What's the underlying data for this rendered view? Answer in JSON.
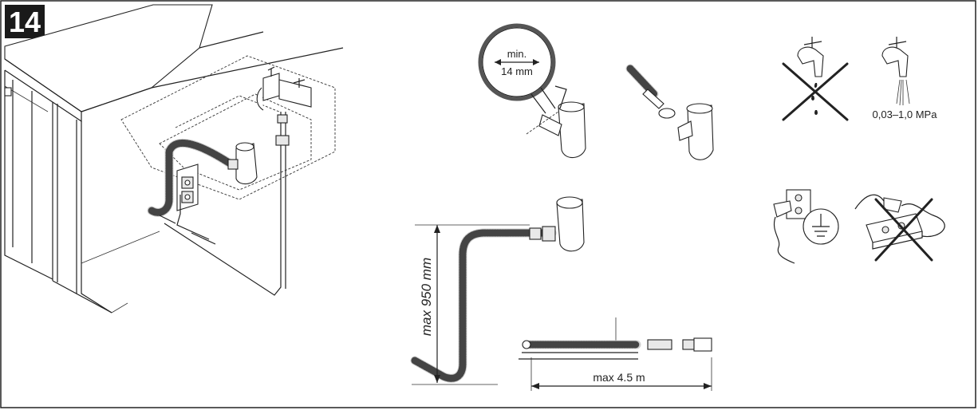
{
  "step_number": "14",
  "labels": {
    "hose_diameter_min": "min.",
    "hose_diameter_value": "14 mm",
    "water_pressure": "0,03–1,0 MPa",
    "max_height": "max 950 mm",
    "max_length": "max 4.5 m"
  },
  "icons": {
    "no_hot_water": "crossed-out-dripping-tap-icon",
    "water_pressure": "running-tap-icon",
    "earthed_socket": "earthed-socket-icon",
    "no_extension": "crossed-out-extension-lead-icon"
  },
  "colors": {
    "ink": "#222222",
    "badge": "#1a1a1a",
    "badge_text": "#ffffff"
  }
}
